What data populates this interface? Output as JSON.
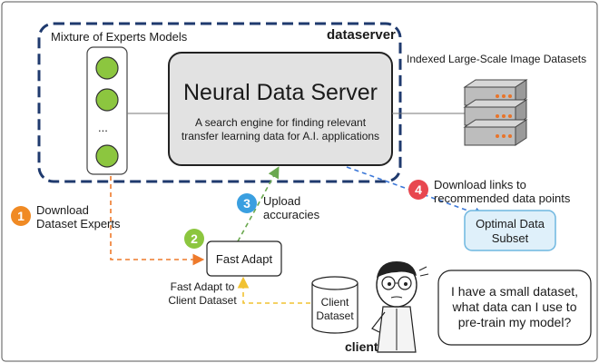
{
  "dataserver": {
    "label": "dataserver",
    "moe_label": "Mixture of Experts Models",
    "expert_ellipsis": "...",
    "title": "Neural Data Server",
    "subtitle_line1": "A search engine for finding relevant",
    "subtitle_line2": "transfer learning data for A.I. applications"
  },
  "datasets": {
    "label": "Indexed Large-Scale Image Datasets"
  },
  "steps": [
    {
      "number": "1",
      "line1": "Download",
      "line2": "Dataset Experts",
      "color": "#f08a24"
    },
    {
      "number": "2",
      "color": "#8cc63f"
    },
    {
      "number": "3",
      "line1": "Upload",
      "line2": "accuracies",
      "color": "#3a9fe0"
    },
    {
      "number": "4",
      "line1": "Download links to",
      "line2": "recommended data points",
      "color": "#e8474f"
    }
  ],
  "fast_adapt": {
    "box_label": "Fast Adapt",
    "caption_line1": "Fast Adapt to",
    "caption_line2": "Client Dataset"
  },
  "optimal_subset": {
    "line1": "Optimal Data",
    "line2": "Subset"
  },
  "client_dataset": {
    "line1": "Client",
    "line2": "Dataset"
  },
  "client": {
    "label": "client"
  },
  "speech": {
    "line1": "I have a small dataset,",
    "line2": "what data can I use to",
    "line3": "pre-train my model?"
  },
  "colors": {
    "dashed_border": "#1f3a6e",
    "server_fill": "#e2e2e2",
    "expert_fill": "#8cc63f",
    "orange_arrow": "#ee7a2b",
    "green_arrow": "#6aa84f",
    "blue_arrow": "#3c78d8",
    "yellow_arrow": "#f1c232",
    "subset_fill": "#dff0fa",
    "subset_border": "#6fb7e0"
  }
}
